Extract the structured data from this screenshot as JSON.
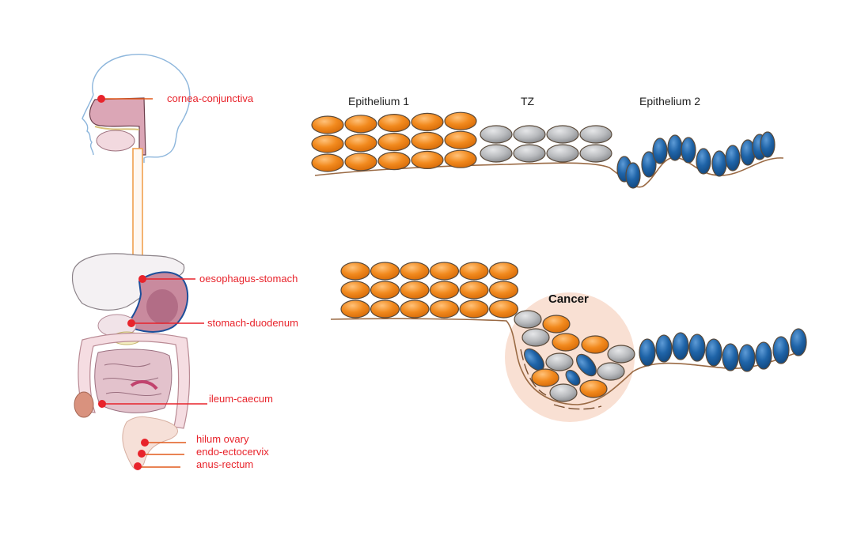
{
  "figure": {
    "anatomy": {
      "sites": [
        {
          "id": "cornea-conjunctiva",
          "label": "cornea-conjunctiva"
        },
        {
          "id": "oesophagus-stomach",
          "label": "oesophagus-stomach"
        },
        {
          "id": "stomach-duodenum",
          "label": "stomach-duodenum"
        },
        {
          "id": "ileum-caecum",
          "label": "ileum-caecum"
        },
        {
          "id": "hilum-ovary",
          "label": "hilum ovary"
        },
        {
          "id": "endo-ectocervix",
          "label": "endo-ectocervix"
        },
        {
          "id": "anus-rectum",
          "label": "anus-rectum"
        }
      ]
    },
    "normal_junction": {
      "labels": {
        "epithelium1": "Epithelium 1",
        "tz": "TZ",
        "epithelium2": "Epithelium 2"
      },
      "epithelium1_cells": {
        "rows": 3,
        "columns": 5,
        "type": "stratified"
      },
      "tz_cells": {
        "rows": 2,
        "columns": 4,
        "type": "transitional"
      },
      "epithelium2_cells": {
        "count": 13,
        "type": "columnar"
      }
    },
    "cancer_junction": {
      "label": "Cancer",
      "epithelium1_cells": {
        "rows": 3,
        "columns": 6
      },
      "epithelium2_cells": {
        "count": 10
      }
    },
    "colors": {
      "site_marker": "#e8232b",
      "epithelium1_cell": "#f28a1e",
      "tz_cell": "#b8babd",
      "epithelium2_cell": "#1f64a8",
      "basement_membrane": "#9a6a44",
      "cancer_zone": "#f9e0d3"
    }
  }
}
